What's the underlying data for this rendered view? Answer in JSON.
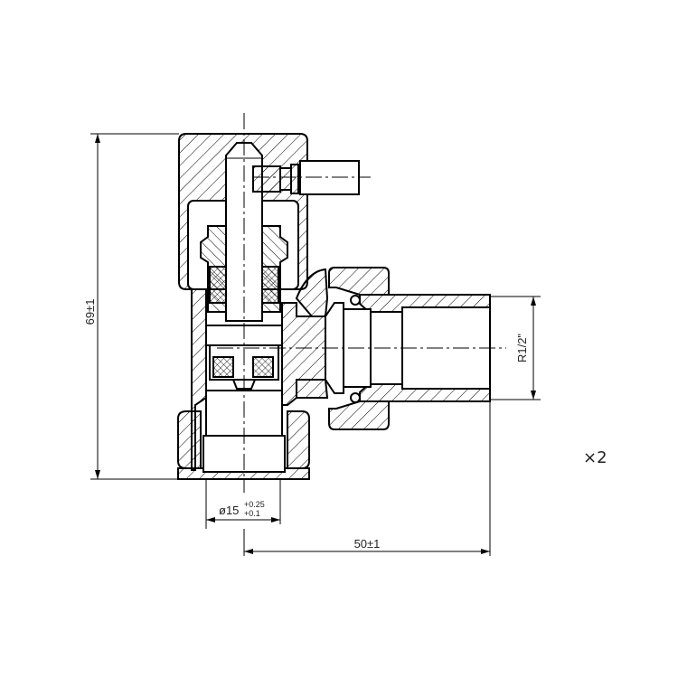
{
  "drawing": {
    "dimensions": {
      "height": "69±1",
      "thread": "R1/2\"",
      "pipe_diameter": "ø15",
      "pipe_tolerance_upper": "+0.25",
      "pipe_tolerance_lower": "+0.1",
      "length": "50±1"
    },
    "quantity": "×2"
  }
}
